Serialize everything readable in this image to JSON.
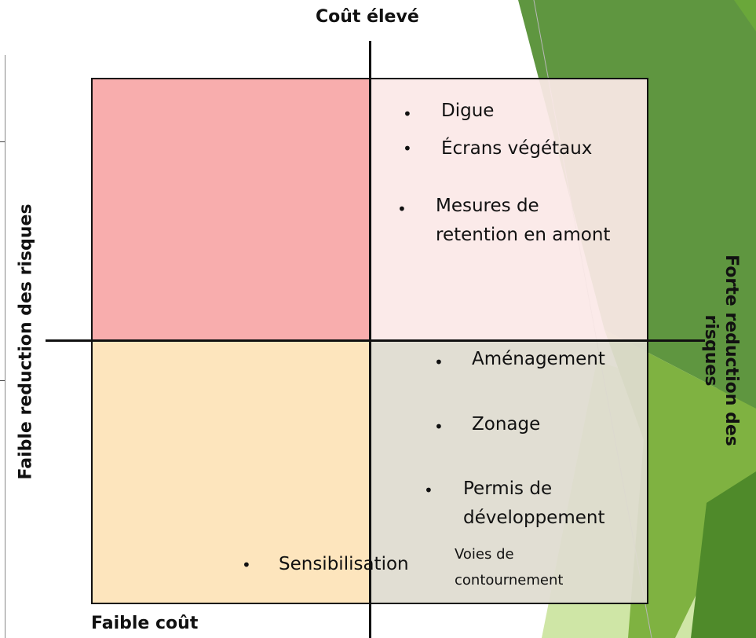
{
  "axes": {
    "top": "Coût élevé",
    "bottom": "Faible coût",
    "left": "Faible reduction des risques",
    "right": "Forte reduction des risques"
  },
  "items": {
    "digue": "Digue",
    "ecrans": "Écrans végétaux",
    "mesures_l1": "Mesures de",
    "mesures_l2": "retention en amont",
    "amenagement": "Aménagement",
    "zonage": "Zonage",
    "permis_l1": "Permis de",
    "permis_l2": "développement",
    "sensibilisation": "Sensibilisation",
    "voies_l1": "Voies de",
    "voies_l2": "contournement"
  },
  "bullet_char": "•",
  "colors": {
    "top_left": "#f8adad",
    "top_right": "#fbe8e7",
    "bottom_left": "#fde5bd",
    "bottom_right": "#dfdcd0",
    "green_dark": "#5a8f3a",
    "green_mid": "#7fb241",
    "green_light": "#cfe6a6"
  }
}
